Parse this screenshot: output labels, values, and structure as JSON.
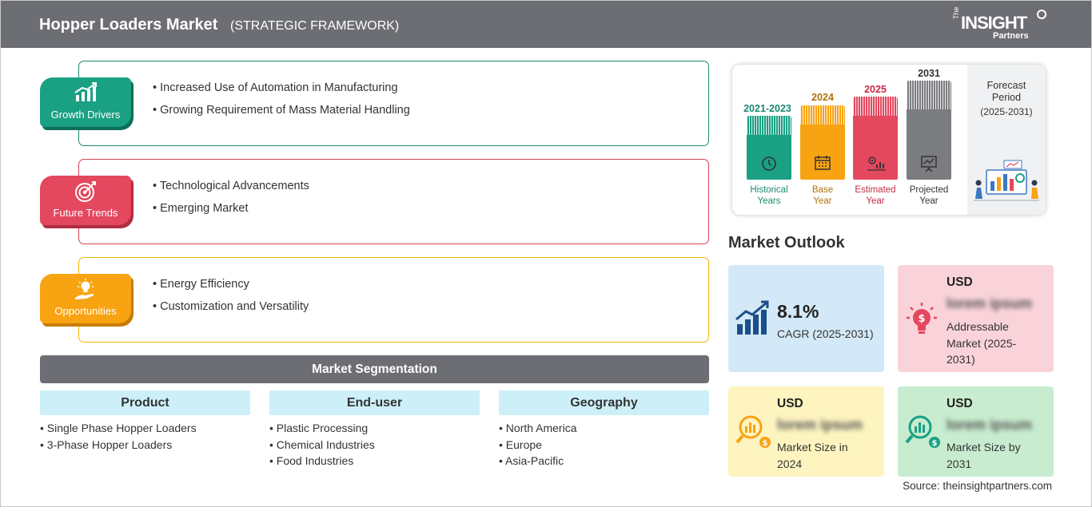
{
  "header": {
    "title": "Hopper Loaders Market",
    "subtitle": "(STRATEGIC FRAMEWORK)",
    "logo": {
      "the": "The",
      "insight": "INSIGHT",
      "partners": "Partners"
    }
  },
  "framework": [
    {
      "label": "Growth Drivers",
      "color": "#1aa083",
      "icon": "growth-chart-icon",
      "items": [
        "Increased Use of Automation in Manufacturing",
        "Growing Requirement of Mass Material Handling"
      ]
    },
    {
      "label": "Future Trends",
      "color": "#e4485f",
      "icon": "target-icon",
      "items": [
        "Technological Advancements",
        "Emerging Market"
      ]
    },
    {
      "label": "Opportunities",
      "color": "#f8a312",
      "icon": "lightbulb-hand-icon",
      "items": [
        "Energy Efficiency",
        "Customization and Versatility"
      ]
    }
  ],
  "segmentation": {
    "title": "Market Segmentation",
    "columns": [
      {
        "heading": "Product",
        "items": [
          "Single Phase Hopper Loaders",
          "3-Phase Hopper Loaders"
        ]
      },
      {
        "heading": "End-user",
        "items": [
          "Plastic Processing",
          "Chemical Industries",
          "Food Industries"
        ]
      },
      {
        "heading": "Geography",
        "items": [
          "North America",
          "Europe",
          "Asia-Pacific"
        ]
      }
    ]
  },
  "timeline": {
    "columns": [
      {
        "year": "2021-2023",
        "caption_line1": "Historical",
        "caption_line2": "Years",
        "color": "#1aa083",
        "icon": "history-icon"
      },
      {
        "year": "2024",
        "caption_line1": "Base",
        "caption_line2": "Year",
        "color": "#f8a312",
        "icon": "calendar-icon"
      },
      {
        "year": "2025",
        "caption_line1": "Estimated",
        "caption_line2": "Year",
        "color": "#e4485f",
        "icon": "settings-chart-icon"
      },
      {
        "year": "2031",
        "caption_line1": "Projected",
        "caption_line2": "Year",
        "color": "#7b7c80",
        "icon": "presentation-icon"
      }
    ],
    "forecast": {
      "line1": "Forecast",
      "line2": "Period",
      "range": "(2025-2031)"
    }
  },
  "outlook": {
    "title": "Market Outlook",
    "cagr": {
      "value": "8.1%",
      "label": "CAGR (2025-2031)"
    },
    "addressable": {
      "usd": "USD",
      "value": "lorem ipsum",
      "label_lines": [
        "Addressable",
        "Market (2025-",
        "2031)"
      ]
    },
    "size_2024": {
      "usd": "USD",
      "value": "lorem ipsum",
      "label_lines": [
        "Market Size in",
        "2024"
      ]
    },
    "size_2031": {
      "usd": "USD",
      "value": "lorem ipsum",
      "label_lines": [
        "Market Size by",
        "2031"
      ]
    }
  },
  "source": "Source: theinsightpartners.com"
}
